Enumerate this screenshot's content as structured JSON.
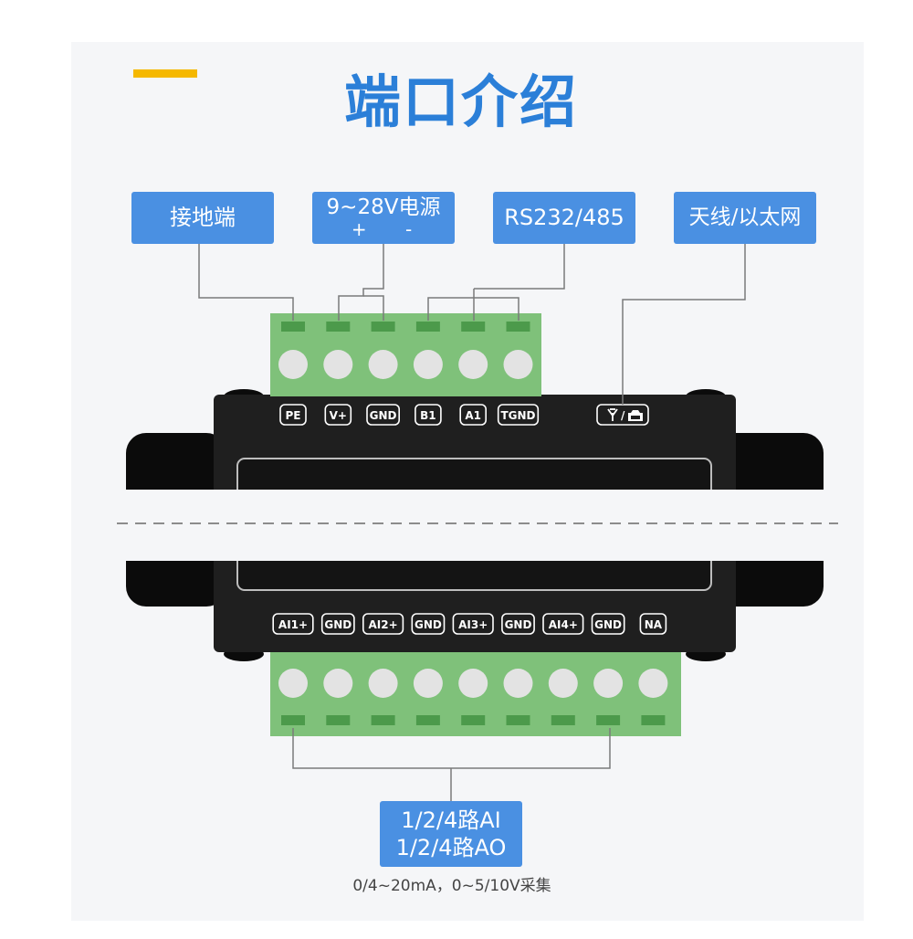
{
  "title": "端口介绍",
  "labels": {
    "ground": "接地端",
    "power": "9~28V电源",
    "power_polarity": "+ -",
    "rs485": "RS232/485",
    "antenna": "天线/以太网",
    "ai": "1/2/4路AI",
    "ao": "1/2/4路AO"
  },
  "note": "0/4~20mA，0~5/10V采集",
  "top_terminals": [
    "PE",
    "V+",
    "GND",
    "B1",
    "A1",
    "TGND"
  ],
  "antenna_icon": "antenna-ethernet-icon",
  "antenna_tag": "/",
  "bottom_terminals": [
    "AI1+",
    "GND",
    "AI2+",
    "GND",
    "AI3+",
    "GND",
    "AI4+",
    "GND",
    "NA"
  ],
  "colors": {
    "title": "#2b7fd8",
    "accent": "#f5b800",
    "label_bg": "#4a90e2",
    "terminal_block": "#7fc17a",
    "terminal_slot": "#4c9a4b",
    "screw": "#e3e3e3",
    "device_body": "#1f1f1f"
  }
}
